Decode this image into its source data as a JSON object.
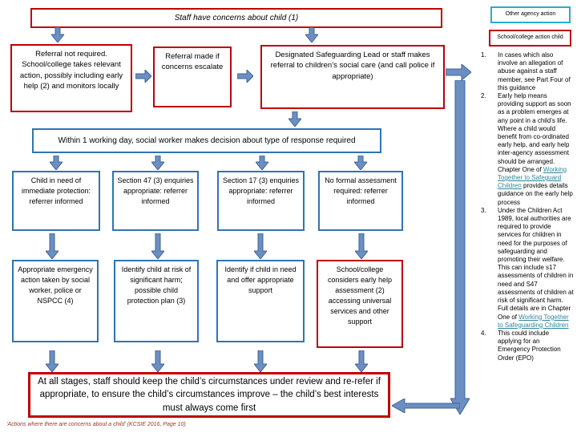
{
  "palette": {
    "red": "#C00000",
    "blue": "#2E75B6",
    "cyan": "#29ABD4",
    "arrow_fill": "#6B8FC3",
    "arrow_stroke": "#3E6496",
    "link": "#31859C",
    "footnote_red": "#953735"
  },
  "legend": {
    "other_agency": "Other agency action",
    "school_action": "School/college action child"
  },
  "flow": {
    "staff_concerns": "Staff have concerns about child (1)",
    "referral_not_required": "Referral not required. School/college takes relevant action, possibly including early help (2) and monitors locally",
    "referral_made": "Referral made if concerns escalate",
    "dsl_referral": "Designated Safeguarding Lead or staff makes referral to children’s social care (and call police if appropriate)",
    "within_day": "Within 1 working day, social worker makes decision about type of response required",
    "outcome_row": [
      "Child in need of immediate protection: referrer informed",
      "Section 47 (3) enquiries appropriate: referrer informed",
      "Section 17 (3) enquiries appropriate: referrer informed",
      "No formal assessment required: referrer informed"
    ],
    "action_row": [
      "Appropriate emergency action taken by social worker, police or NSPCC (4)",
      "Identify child at risk of significant harm; possible child protection plan (3)",
      "Identify if child in need and offer appropriate support",
      "School/college considers early help assessment (2) accessing universal services and other support"
    ],
    "review": "At all stages, staff should keep the child’s circumstances under review and re-refer if appropriate, to ensure the child’s circumstances improve – the child’s best interests must always come first"
  },
  "sidebar": {
    "notes": [
      {
        "num": "1.",
        "pre": "In cases which also involve an allegation of abuse against a staff member, see Part Four of this guidance"
      },
      {
        "num": "2.",
        "pre": "Early help means providing support as soon as a problem emerges at any point in a child’s life. Where a child would benefit from co-ordinated early help, and early help inter-agency assessment should be arranged. Chapter One of ",
        "link": "Working Together to Safeguard Children",
        "post": " provides details guidance on the early help process"
      },
      {
        "num": "3.",
        "pre": "Under the Children Act 1989, local authorities are required to provide services for children in need for the purposes of safeguarding and promoting their welfare. This can include s17 assessments of children in need and S47 assessments of children at risk of significant harm. Full details are in Chapter One of ",
        "link": "Working Together to Safeguarding Children",
        "post": ""
      },
      {
        "num": "4.",
        "pre": "This could include applying for an Emergency Protection Order (EPO)"
      }
    ]
  },
  "footnote": "‘Actions where there are concerns about a child’ (KCSIE 2016, Page 10)"
}
